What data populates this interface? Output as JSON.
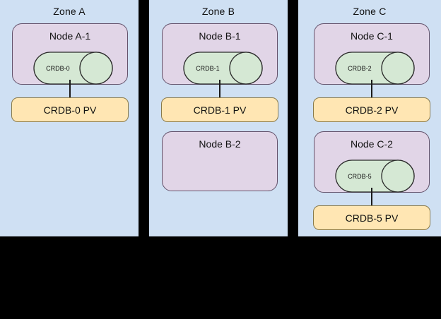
{
  "diagram": {
    "type": "architecture-topology",
    "colors": {
      "zone_fill": "#cfe0f3",
      "node_fill": "#e1d5e7",
      "node_stroke": "#63526b",
      "pv_fill": "#ffe6b3",
      "pv_stroke": "#8a7a4a",
      "db_fill": "#d5e8d4",
      "db_stroke": "#2b2b2b",
      "background": "#000000",
      "text": "#111111"
    },
    "zones": [
      {
        "id": "zone-a",
        "label": "Zone A",
        "nodes": [
          {
            "id": "node-a-1",
            "label": "Node A-1",
            "database": {
              "id": "crdb-0",
              "label": "CRDB-0"
            },
            "pv": {
              "id": "crdb-0-pv",
              "label": "CRDB-0 PV"
            },
            "connected": true
          }
        ]
      },
      {
        "id": "zone-b",
        "label": "Zone B",
        "nodes": [
          {
            "id": "node-b-1",
            "label": "Node B-1",
            "database": {
              "id": "crdb-1",
              "label": "CRDB-1"
            },
            "pv": {
              "id": "crdb-1-pv",
              "label": "CRDB-1 PV"
            },
            "connected": true
          },
          {
            "id": "node-b-2",
            "label": "Node B-2",
            "database": null,
            "pv": null,
            "connected": false
          }
        ]
      },
      {
        "id": "zone-c",
        "label": "Zone C",
        "nodes": [
          {
            "id": "node-c-1",
            "label": "Node C-1",
            "database": {
              "id": "crdb-2",
              "label": "CRDB-2"
            },
            "pv": {
              "id": "crdb-2-pv",
              "label": "CRDB-2 PV"
            },
            "connected": true
          },
          {
            "id": "node-c-2",
            "label": "Node C-2",
            "database": {
              "id": "crdb-5",
              "label": "CRDB-5"
            },
            "pv": {
              "id": "crdb-5-pv",
              "label": "CRDB-5 PV"
            },
            "connected": true
          }
        ]
      }
    ]
  }
}
